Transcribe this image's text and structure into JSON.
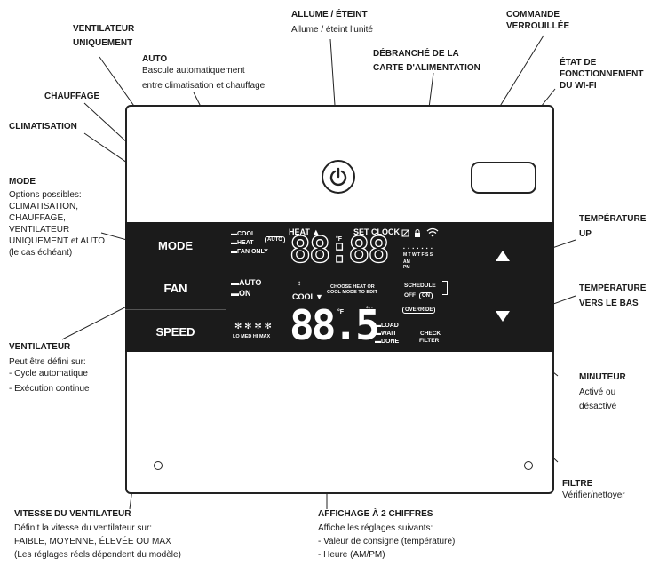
{
  "annotations": {
    "power": {
      "title": "ALLUME / ÉTEINT",
      "desc": "Allume / éteint l'unité"
    },
    "fan_only": {
      "title_line1": "VENTILATEUR",
      "title_line2": "UNIQUEMENT"
    },
    "auto": {
      "title": "AUTO",
      "desc_line1": "Bascule automatiquement",
      "desc_line2": "entre climatisation et chauffage"
    },
    "unplugged": {
      "title_line1": "DÉBRANCHÉ DE LA",
      "title_line2": "CARTE D'ALIMENTATION"
    },
    "locked": {
      "title_line1": "COMMANDE",
      "title_line2": "VERROUILLÉE"
    },
    "wifi": {
      "title_line1": "ÉTAT DE",
      "title_line2": "FONCTIONNEMENT",
      "title_line3": "DU WI-FI"
    },
    "heating": {
      "title": "CHAUFFAGE"
    },
    "cooling": {
      "title": "CLIMATISATION"
    },
    "mode": {
      "title": "MODE",
      "desc_line1": "Options possibles:",
      "desc_line2": "CLIMATISATION,",
      "desc_line3": "CHAUFFAGE,",
      "desc_line4": "VENTILATEUR",
      "desc_line5": "UNIQUEMENT et AUTO",
      "desc_line6": "(le cas échéant)"
    },
    "temp_up": {
      "title_line1": "TEMPÉRATURE",
      "title_line2": "UP"
    },
    "temp_down": {
      "title_line1": "TEMPÉRATURE",
      "title_line2": "VERS LE BAS"
    },
    "fan": {
      "title": "VENTILATEUR",
      "desc_line1": "Peut être défini sur:",
      "desc_line2": "- Cycle automatique",
      "desc_line3": "- Exécution continue"
    },
    "timer": {
      "title": "MINUTEUR",
      "desc_line1": "Activé ou",
      "desc_line2": "désactivé"
    },
    "filter": {
      "title": "FILTRE",
      "desc": "Vérifier/nettoyer"
    },
    "fan_speed": {
      "title": "VITESSE DU VENTILATEUR",
      "desc_line1": "Définit la vitesse du ventilateur sur:",
      "desc_line2": "FAIBLE, MOYENNE, ÉLEVÉE OU MAX",
      "desc_line3": "(Les réglages réels dépendent du modèle)"
    },
    "display": {
      "title": "AFFICHAGE À 2 CHIFFRES",
      "desc_line1": "Affiche les réglages suivants:",
      "desc_line2": "- Valeur de consigne (température)",
      "desc_line3": "- Heure (AM/PM)"
    }
  },
  "buttons": {
    "mode": "MODE",
    "fan": "FAN",
    "speed": "SPEED"
  },
  "lcd": {
    "mode_cool": "COOL",
    "mode_heat": "HEAT",
    "mode_fan_only": "FAN ONLY",
    "auto_badge": "AUTO",
    "fan_auto": "AUTO",
    "fan_on": "ON",
    "speed_labels": "LO MED HI MAX",
    "heat_label": "HEAT ▲",
    "set_clock": "SET CLOCK",
    "digits_top": "88:88",
    "deg_f": "°F",
    "days": "M T W T F S S",
    "am": "AM",
    "pm": "PM",
    "cool_label": "COOL▼",
    "hint_line1": "CHOOSE HEAT OR",
    "hint_line2": "COOL MODE TO EDIT",
    "schedule": "SCHEDULE",
    "off": "OFF",
    "on": "ON",
    "override": "OVERRIDE",
    "digits_bottom": "88.5",
    "deg_c": "°C",
    "load": "LOAD",
    "wait": "WAIT",
    "done": "DONE",
    "check_filter_line1": "CHECK",
    "check_filter_line2": "FILTER"
  },
  "colors": {
    "lcd_background": "#1b1b1b",
    "lcd_text": "#ffffff",
    "line": "#222222"
  }
}
